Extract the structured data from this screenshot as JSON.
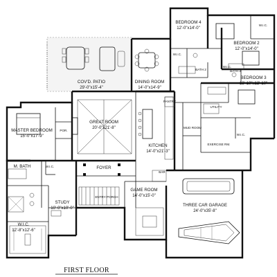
{
  "caption": "FIRST FLOOR",
  "rooms": {
    "bedroom4": {
      "name": "BEDROOM 4",
      "dim": "12'-0\"x14'-0\""
    },
    "bedroom2": {
      "name": "BEDROOM 2",
      "dim": "12'-0\"x14'-0\""
    },
    "bedroom3": {
      "name": "BEDROOM 3",
      "dim": "13'-10\"x12'-10\""
    },
    "patio": {
      "name": "COV'D. PATIO",
      "dim": "29'-0\"x15'-4\""
    },
    "dining": {
      "name": "DINING ROOM",
      "dim": "14'-0\"x14'-9\""
    },
    "great": {
      "name": "GREAT ROOM",
      "dim": "20'-0\"x21'-8\""
    },
    "kitchen": {
      "name": "KITCHEN",
      "dim": "14'-0\"x21'-3\""
    },
    "master": {
      "name": "MASTER BEDROOM",
      "dim": "15'-0\"x17'-9\""
    },
    "foyer": {
      "name": "FOYER"
    },
    "game": {
      "name": "GAME ROOM",
      "dim": "14'-0\"x15'-0\""
    },
    "garage": {
      "name": "THREE CAR GARAGE",
      "dim": "24'-0\"x35'-8\""
    },
    "study": {
      "name": "STUDY",
      "dim": "10'-0\"x10'-0\""
    },
    "mbath": {
      "name": "M. BATH"
    },
    "mwic": {
      "name": "W.I.C.",
      "dim": "12'-8\"x12'-6\""
    }
  },
  "small_labels": {
    "wic": "W.I.C.",
    "bath2": "BATH 2",
    "bath3": "BATH 3",
    "wic2": "W.I.C.",
    "wic3": "W.I.C.",
    "wic4": "W.I.C.",
    "wic_master": "W.I.C.",
    "utility": "UTILITY",
    "pantry": "PANTRY",
    "mud": "MUD ROOM",
    "exercise": "EXERCISE RM.",
    "por": "POR.",
    "bar": "BAR",
    "entry": "ENTRY PORCH"
  }
}
